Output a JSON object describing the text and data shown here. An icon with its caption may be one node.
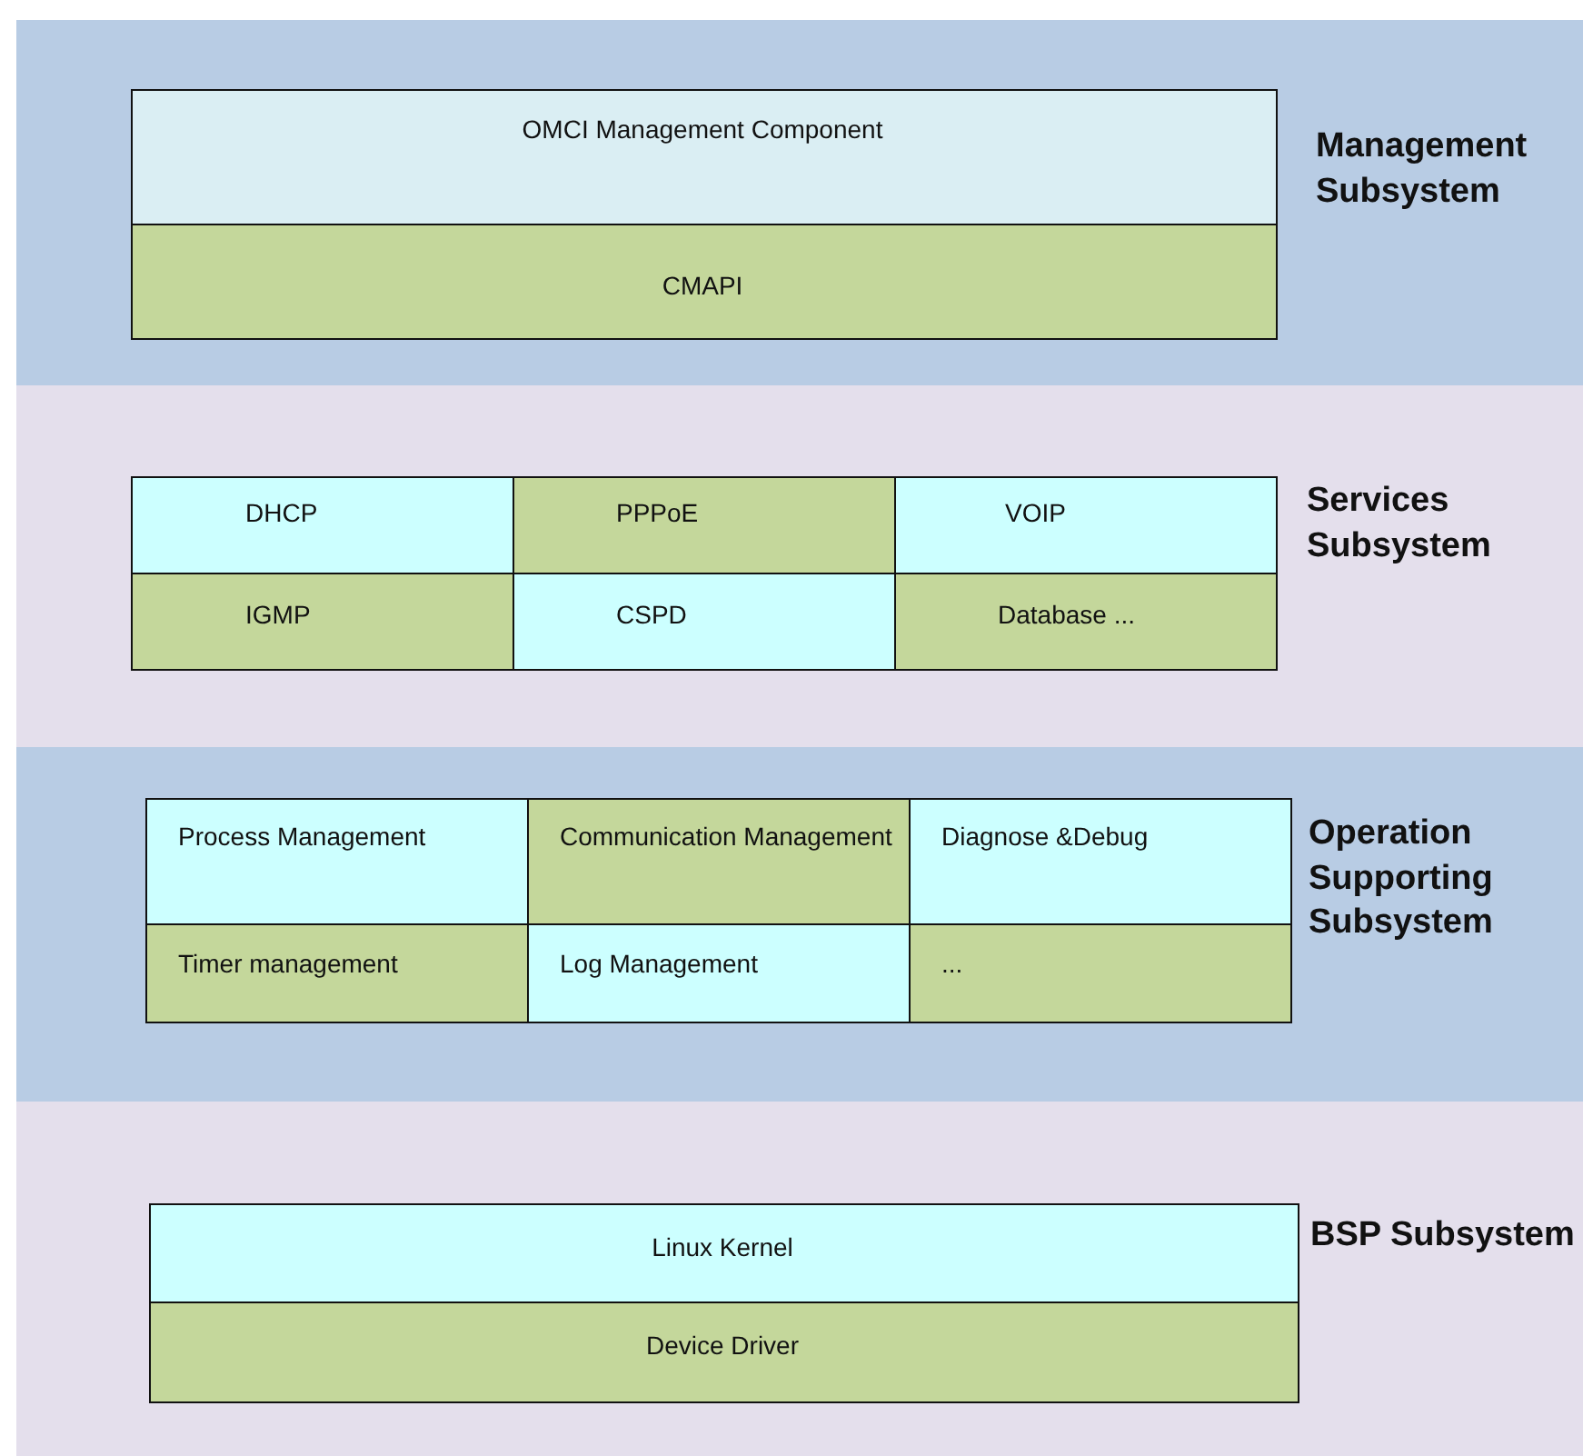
{
  "diagram": {
    "nodes": [
      {
        "text": [
          "Management Subsystem"
        ]
      },
      {
        "text": [
          "OMCI Management Component"
        ],
        "in": 0
      },
      {
        "text": [
          "CMAPI"
        ],
        "in": 0
      },
      {
        "text": [
          "Services Subsystem"
        ]
      },
      {
        "text": [
          "DHCP"
        ],
        "in": 3
      },
      {
        "text": [
          "PPPoE"
        ],
        "in": 3
      },
      {
        "text": [
          "VOIP"
        ],
        "in": 3
      },
      {
        "text": [
          "IGMP"
        ],
        "in": 3
      },
      {
        "text": [
          "CSPD"
        ],
        "in": 3
      },
      {
        "text": [
          "Database ..."
        ],
        "in": 3
      },
      {
        "text": [
          "Operation Supporting Subsystem"
        ]
      },
      {
        "text": [
          "Process Management"
        ],
        "in": 10
      },
      {
        "text": [
          "Communication Management"
        ],
        "in": 10
      },
      {
        "text": [
          "Diagnose &Debug"
        ],
        "in": 10
      },
      {
        "text": [
          "Timer management"
        ],
        "in": 10
      },
      {
        "text": [
          "Log Management"
        ],
        "in": 10
      },
      {
        "text": [
          "..."
        ],
        "in": 10
      },
      {
        "text": [
          "BSP Subsystem"
        ]
      },
      {
        "text": [
          "Linux Kernel"
        ],
        "in": 17
      },
      {
        "text": [
          "Device Driver"
        ],
        "in": 17
      }
    ]
  }
}
